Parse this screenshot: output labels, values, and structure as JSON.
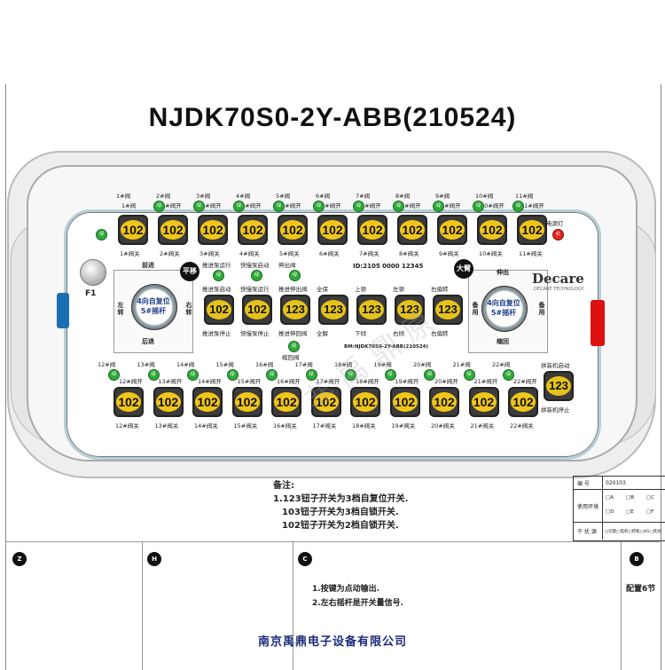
{
  "title": "NJDK70S0-2Y-ABB(210524)",
  "top_row": {
    "labels_on": [
      "1#阀",
      "2#阀开",
      "3#阀开",
      "4#阀开",
      "5#阀开",
      "6#阀开",
      "7#阀开",
      "8#阀开",
      "9#阀开",
      "10#阀开",
      "11#阀开"
    ],
    "labels_top": [
      "1#阀",
      "2#阀",
      "3#阀",
      "4#阀",
      "5#阀",
      "6#阀",
      "7#阀",
      "8#阀",
      "9#阀",
      "10#阀",
      "11#阀"
    ],
    "labels_off": [
      "1#阀关",
      "2#阀关",
      "3#阀关",
      "4#阀关",
      "5#阀关",
      "6#阀关",
      "7#阀关",
      "8#阀关",
      "9#阀关",
      "10#阀关",
      "11#阀关"
    ],
    "switch_value": "102",
    "led_text": "绿"
  },
  "power_led": {
    "label": "电源灯",
    "text": "红"
  },
  "f1": {
    "label": "F1"
  },
  "left_joystick": {
    "up": "前进",
    "down": "后退",
    "left": "左转",
    "right": "右转",
    "text_line1": "4向自复位",
    "text_line2": "5#摇杆",
    "mode": "平移"
  },
  "right_joystick": {
    "up": "伸出",
    "down": "缩回",
    "left": "备用",
    "right": "备用",
    "text_line1": "4向自复位",
    "text_line2": "5#摇杆",
    "mode": "大臂"
  },
  "middle": {
    "top_labels": [
      "推进泵运行",
      "快慢泵启动",
      "伸出阀"
    ],
    "upper_labels": [
      "推进泵启动",
      "快慢泵运行",
      "推进伸出阀",
      "全保",
      "上顿",
      "左顿",
      "右偏转"
    ],
    "lower_labels": [
      "推进泵停止",
      "快慢泵停止",
      "推进伸回阀",
      "全解",
      "下倾",
      "右倾",
      "右偏转"
    ],
    "bottom_label": "缩回阀",
    "switch_value": "123",
    "id_text": "ID:2105 0000 12345",
    "bm_text": "BM:NJDK70S0-2Y-ABB(210524)"
  },
  "brand": {
    "name": "Decare",
    "sub": "DECARE TECHNOLOGY"
  },
  "bottom_row": {
    "labels_top": [
      "12#阀",
      "13#阀",
      "14#阀",
      "15#阀",
      "16#阀",
      "17#阀",
      "18#阀",
      "19#阀",
      "20#阀",
      "21#阀",
      "22#阀"
    ],
    "labels_on": [
      "12#阀开",
      "13#阀开",
      "14#阀开",
      "15#阀开",
      "16#阀开",
      "17#阀开",
      "18#阀开",
      "19#阀开",
      "20#阀开",
      "21#阀开",
      "22#阀开"
    ],
    "labels_off": [
      "12#阀关",
      "13#阀关",
      "14#阀关",
      "15#阀关",
      "16#阀关",
      "17#阀关",
      "18#阀关",
      "19#阀关",
      "20#阀关",
      "21#阀关",
      "22#阀关"
    ],
    "switch_value": "102",
    "extra_top": "拼装机启动",
    "extra_bottom": "拼装机停止",
    "extra_value": "123"
  },
  "notes": {
    "heading": "备注:",
    "line1": "1.123钮子开关为3档自复位开关.",
    "line2": "103钮子开关为3档自锁开关.",
    "line3": "102钮子开关为2档自锁开关."
  },
  "info_table": {
    "r1_label": "编  号",
    "r1_value": "020103",
    "r2_label": "使用环境",
    "r2_opts": [
      "□A",
      "□B",
      "□C",
      "□D",
      "□E",
      "□F"
    ],
    "r3_label": "干 扰 源",
    "r3_value": "□切割□电机□焊机□4G□其他"
  },
  "bottom_band": {
    "markers": [
      "Z",
      "H",
      "C",
      "B"
    ],
    "note1": "1.按键为点动输出.",
    "note2": "2.左右摇杆是开关量信号.",
    "config": "配置6节",
    "company": "南京禹鼎电子设备有限公司"
  }
}
